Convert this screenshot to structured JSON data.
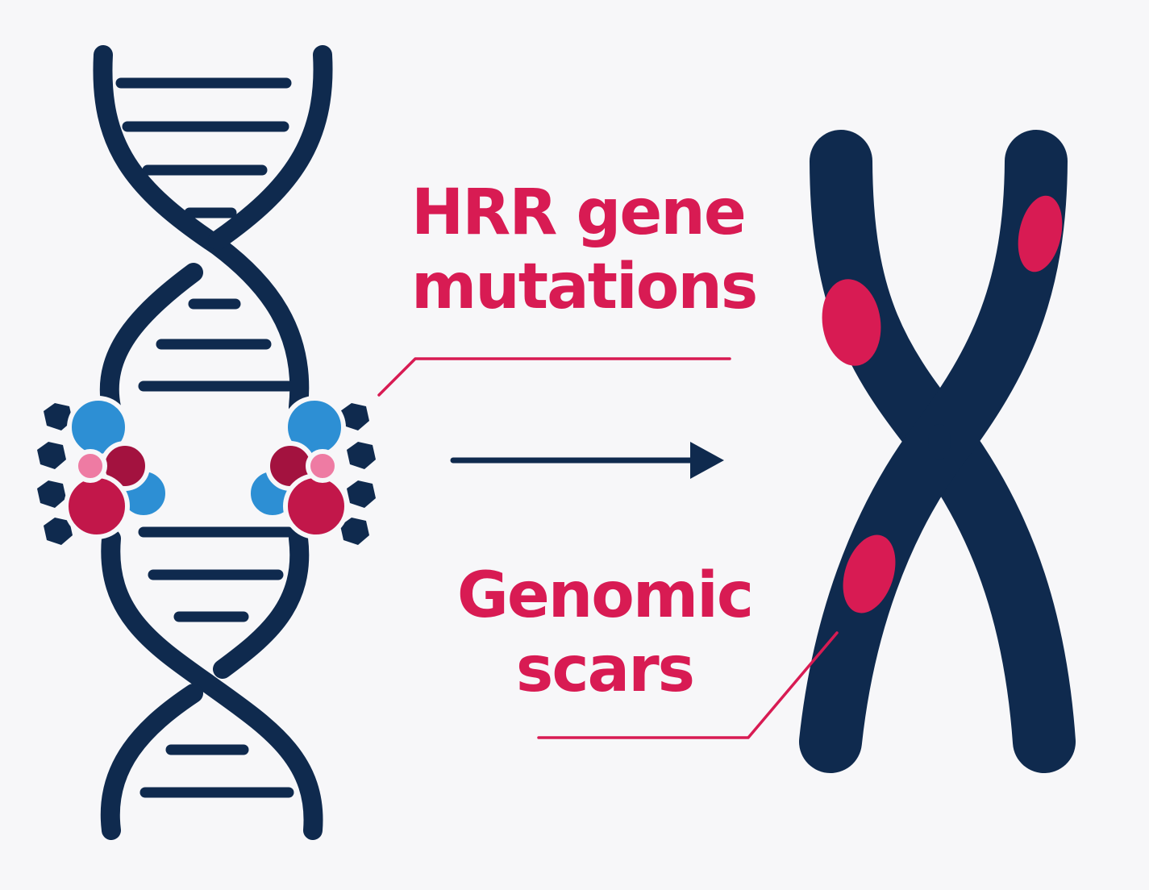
{
  "colors": {
    "background": "#f7f7f9",
    "navy": "#0f2a4e",
    "crimson": "#d81b53",
    "dark_red": "#a3123f",
    "blue": "#2d8fd4",
    "pink": "#ee7ba3"
  },
  "labels": {
    "hrr_line1": "HRR gene",
    "hrr_line2": "mutations",
    "scars_line1": "Genomic",
    "scars_line2": "scars"
  },
  "icons": {
    "dna": "dna-double-helix-icon",
    "protein_cluster": "protein-complex-icon",
    "chromosome": "chromosome-icon",
    "arrow": "right-arrow-icon"
  }
}
